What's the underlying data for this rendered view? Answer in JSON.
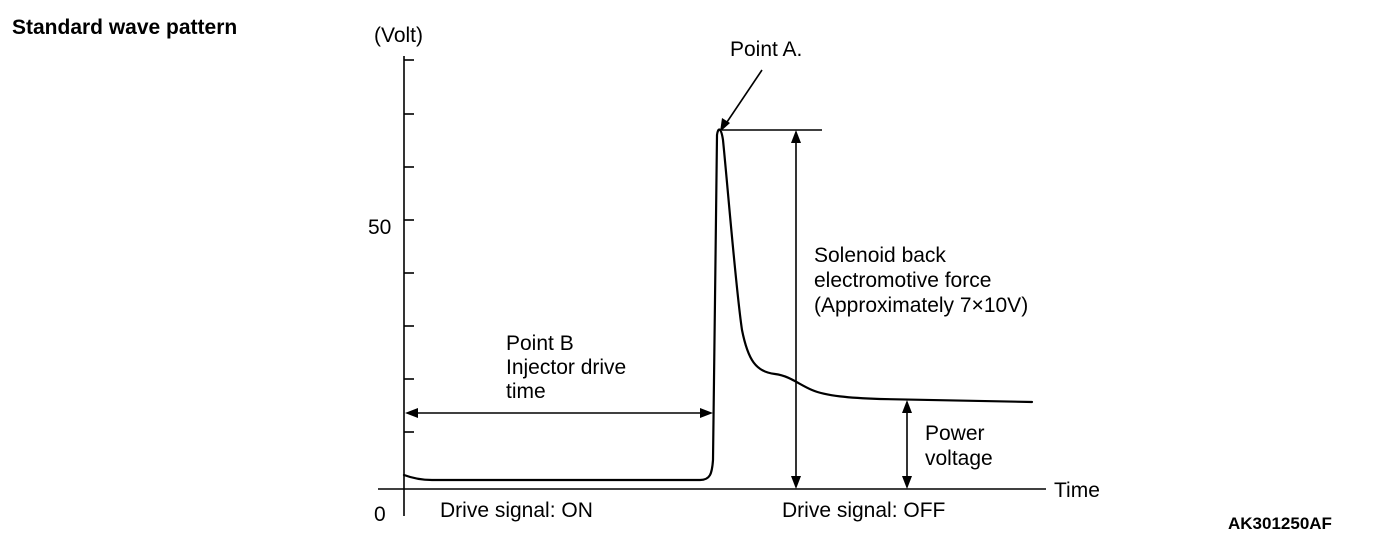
{
  "title": "Standard wave pattern",
  "y_unit": "(Volt)",
  "y_tick_50": "50",
  "y_tick_0": "0",
  "x_axis_label": "Time",
  "point_a": "Point A.",
  "point_b": [
    "Point B",
    "Injector drive",
    "time"
  ],
  "back_emf": [
    "Solenoid back",
    "electromotive force",
    "(Approximately 7×10V)"
  ],
  "power_voltage": [
    "Power",
    "voltage"
  ],
  "drive_on": "Drive signal: ON",
  "drive_off": "Drive signal: OFF",
  "figure_code": "AK301250AF"
}
